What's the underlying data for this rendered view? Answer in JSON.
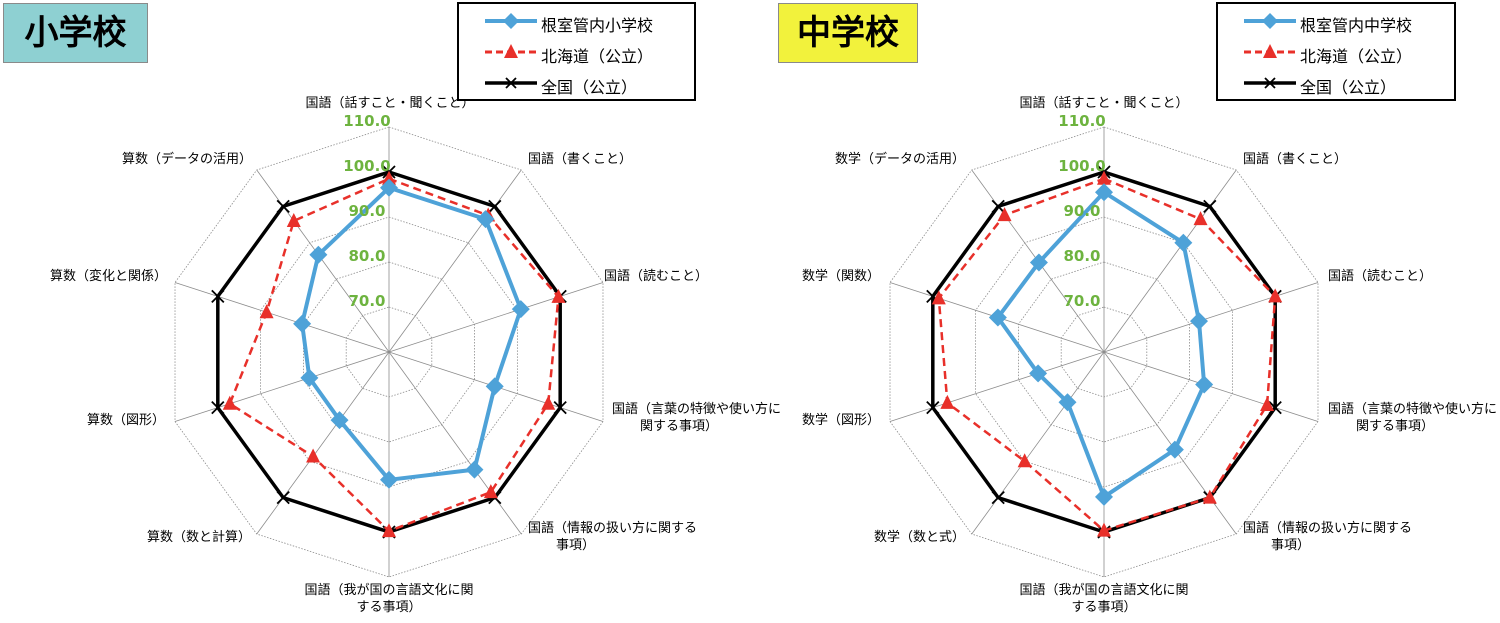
{
  "chart_data": [
    {
      "type": "radar",
      "title": "小学校",
      "rmin": 60,
      "rmax": 110,
      "ticks": [
        "70.0",
        "80.0",
        "90.0",
        "100.0",
        "110.0"
      ],
      "axes": [
        "国語（話すこと・聞くこと）",
        "国語（書くこと）",
        "国語（読むこと）",
        "国語（言葉の特徴や使い方に\n関する事項）",
        "国語（情報の扱い方に関する\n事項）",
        "国語（我が国の言語文化に関\nする事項）",
        "算数（数と計算）",
        "算数（図形）",
        "算数（変化と関係）",
        "算数（データの活用）"
      ],
      "series": [
        {
          "name": "根室管内小学校",
          "color": "#4ea2d8",
          "marker": "diamond",
          "values": [
            96.5,
            96.5,
            90.8,
            84.7,
            92.3,
            88.4,
            78.7,
            78.6,
            80.3,
            86.7
          ]
        },
        {
          "name": "北海道（公立）",
          "color": "#e8302a",
          "marker": "triangle",
          "dashed": true,
          "values": [
            98.5,
            97.5,
            99.6,
            97.2,
            98.5,
            99.8,
            88.7,
            97.2,
            88.6,
            96.0
          ]
        },
        {
          "name": "全国（公立）",
          "color": "#000000",
          "marker": "x",
          "values": [
            100,
            100,
            100,
            100,
            100,
            100,
            100,
            100,
            100,
            100
          ]
        }
      ],
      "grid": true,
      "legend": "top-right"
    },
    {
      "type": "radar",
      "title": "中学校",
      "rmin": 60,
      "rmax": 110,
      "ticks": [
        "70.0",
        "80.0",
        "90.0",
        "100.0",
        "110.0"
      ],
      "axes": [
        "国語（話すこと・聞くこと）",
        "国語（書くこと）",
        "国語（読むこと）",
        "国語（言葉の特徴や使い方に\n関する事項）",
        "国語（情報の扱い方に関する\n事項）",
        "国語（我が国の言語文化に関\nする事項）",
        "数学（数と式）",
        "数学（図形）",
        "数学（関数）",
        "数学（データの活用）"
      ],
      "series": [
        {
          "name": "根室管内中学校",
          "color": "#4ea2d8",
          "marker": "diamond",
          "values": [
            95.5,
            90.0,
            82.2,
            83.4,
            86.8,
            92.2,
            73.8,
            75.4,
            84.8,
            84.6
          ]
        },
        {
          "name": "北海道（公立）",
          "color": "#e8302a",
          "marker": "triangle",
          "dashed": true,
          "values": [
            98.5,
            96.5,
            100.0,
            98.1,
            100.0,
            99.7,
            90.0,
            96.6,
            98.6,
            97.6
          ]
        },
        {
          "name": "全国（公立）",
          "color": "#000000",
          "marker": "x",
          "values": [
            100,
            100,
            100,
            100,
            100,
            100,
            100,
            100,
            100,
            100
          ]
        }
      ],
      "grid": true,
      "legend": "top-right"
    }
  ]
}
